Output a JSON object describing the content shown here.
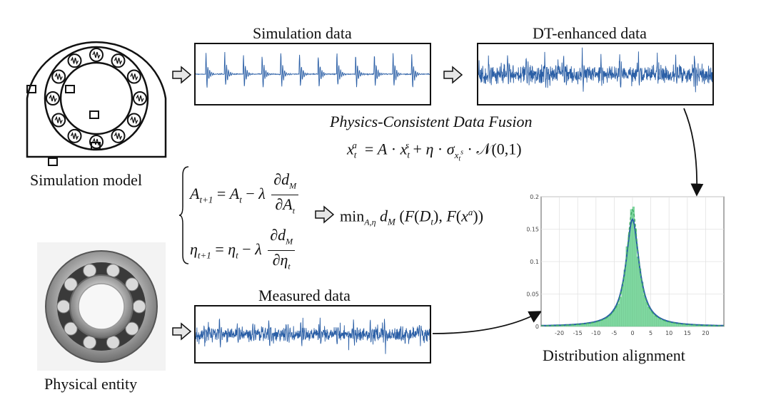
{
  "panels": {
    "simulation_title": "Simulation data",
    "enhanced_title": "DT-enhanced data",
    "measured_title": "Measured data"
  },
  "labels": {
    "simulation_model": "Simulation model",
    "physical_entity": "Physical entity",
    "distribution_alignment": "Distribution alignment",
    "fusion_title": "Physics-Consistent Data Fusion"
  },
  "equations": {
    "fusion": "x_t^a = A · x_t^s + η · σ_{x_t^s} · 𝒩(0,1)",
    "update_A": "A_{t+1} = A_t − λ ∂d_M/∂A_t",
    "update_eta": "η_{t+1} = η_t − λ ∂d_M/∂η_t",
    "objective": "min_{A,η} d_M(F(D_t), F(x^a))"
  },
  "chart_data": {
    "type": "area",
    "title": "",
    "xlabel": "",
    "ylabel": "",
    "xlim": [
      -25,
      25
    ],
    "ylim": [
      0,
      0.2
    ],
    "x_ticks": [
      -20,
      -15,
      -10,
      -5,
      0,
      5,
      10,
      15,
      20
    ],
    "y_ticks": [
      0,
      0.05,
      0.1,
      0.15,
      0.2
    ],
    "grid": true,
    "series": [
      {
        "kind": "histogram",
        "color": "#7fd8a0",
        "peak": 0.18
      },
      {
        "kind": "fitted-curve",
        "color": "#2a5da8",
        "peak": 0.165
      }
    ]
  },
  "colors": {
    "signal": "#2b5fa6",
    "histogram": "#7fd8a0",
    "curve": "#2a5da8"
  }
}
